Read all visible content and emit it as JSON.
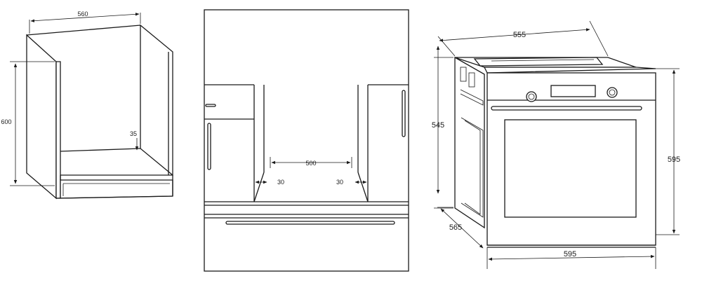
{
  "cabinet": {
    "width": "560",
    "height": "600",
    "plinth": "35"
  },
  "front": {
    "opening": "500",
    "gap_left": "30",
    "gap_right": "30"
  },
  "oven": {
    "depth_top": "555",
    "height_side": "545",
    "height_front": "595",
    "depth_bottom": "565",
    "width": "595"
  }
}
